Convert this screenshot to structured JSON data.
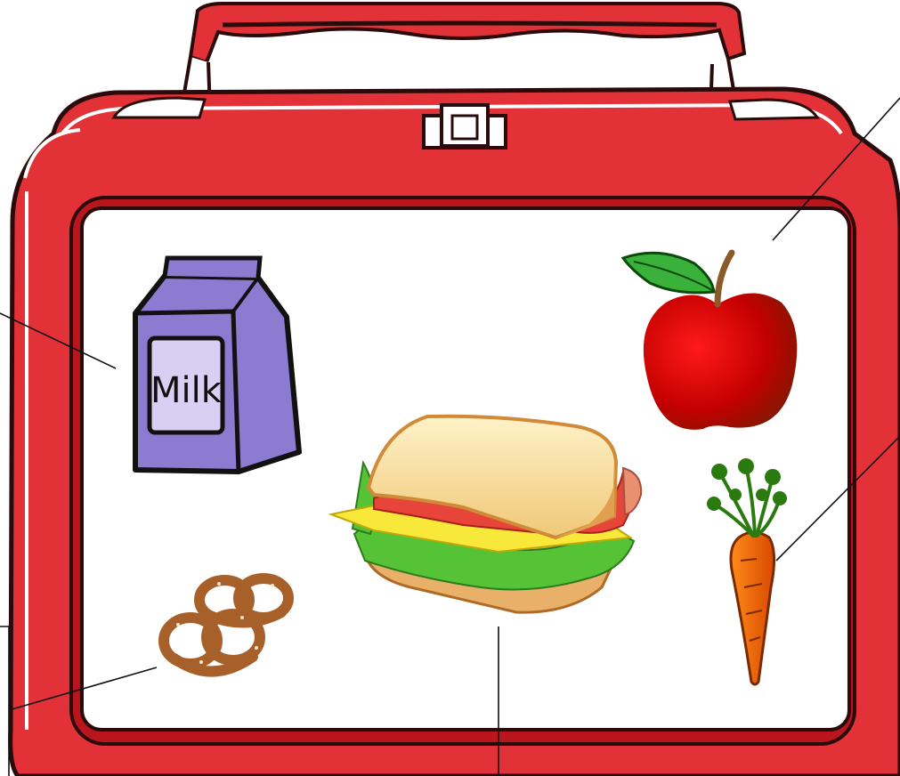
{
  "diagram": {
    "milk_label": "Milk",
    "items": [
      "milk",
      "apple",
      "sandwich",
      "pretzels",
      "carrot"
    ]
  }
}
